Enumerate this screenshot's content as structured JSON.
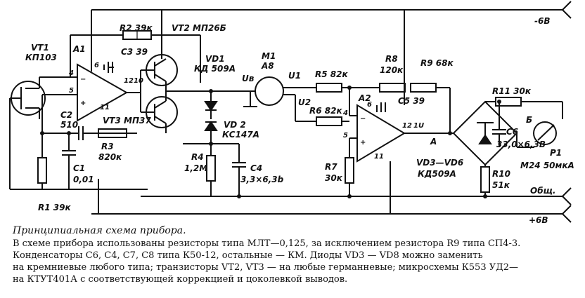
{
  "diagram": {
    "power_neg": "-6В",
    "power_pos": "+6В",
    "common": "Общ.",
    "components": {
      "vt1": "VT1",
      "vt1_type": "КП103",
      "a1": "A1",
      "r2": "R2 39к",
      "c3": "C3 39",
      "vt2": "VT2 МП26Б",
      "vd1": "VD1",
      "vd1_type": "КД 509А",
      "m1": "M1",
      "m1_type": "A8",
      "ub": "Uв",
      "u1": "U1",
      "u2": "U2",
      "r5": "R5 82к",
      "r6": "R6 82к",
      "r8": "R8",
      "r8_val": "120к",
      "r9": "R9 68к",
      "a2": "A2",
      "c5": "C5 39",
      "r11": "R11 30к",
      "c6": "C6",
      "c6_val": "33,0×6,3В",
      "p1": "P1",
      "p1_type": "M24 50мкА",
      "c2": "C2",
      "c2_val": "510",
      "vt3": "VT3 МП37",
      "r3": "R3",
      "r3_val": "820к",
      "vd2": "VD 2",
      "vd2_type": "КС147А",
      "r4": "R4",
      "r4_val": "1,2М",
      "c4": "C4",
      "c4_val": "3,3×6,3b",
      "c1": "C1",
      "c1_val": "0,01",
      "r7": "R7",
      "r7_val": "30к",
      "vd3": "VD3—VD6",
      "vd3_type": "КД509А",
      "r10": "R10",
      "r10_val": "51к",
      "r1": "R1 39к",
      "node_a": "А",
      "node_b": "Б"
    },
    "pins": {
      "a1_in_inv": "4",
      "a1_in_non": "5",
      "a1_p6": "6",
      "a1_p12": "12",
      "a1_p10": "10",
      "a1_p11": "11",
      "a2_in_inv": "4",
      "a2_in_non": "5",
      "a2_p6": "6",
      "a2_p12": "12",
      "a2_p1u": "1U",
      "a2_p11": "11",
      "minus": "−",
      "plus": "+"
    }
  },
  "caption": {
    "title": "Принципиальная схема прибора.",
    "lines": [
      "В схеме прибора использованы резисторы типа МЛТ—0,125, за исключением резистора R9 типа СП4-3.",
      "Конденсаторы C6, C4, C7, C8 типа К50-12, остальные — КМ. Диоды VD3 — VD8 можно заменить",
      "на кремниевые любого типа; транзисторы VT2, VT3 — на любые германневые; микросхемы К553 УД2—",
      "на КТУТ401А с соответствующей коррекцией и цоколевкой выводов."
    ]
  }
}
